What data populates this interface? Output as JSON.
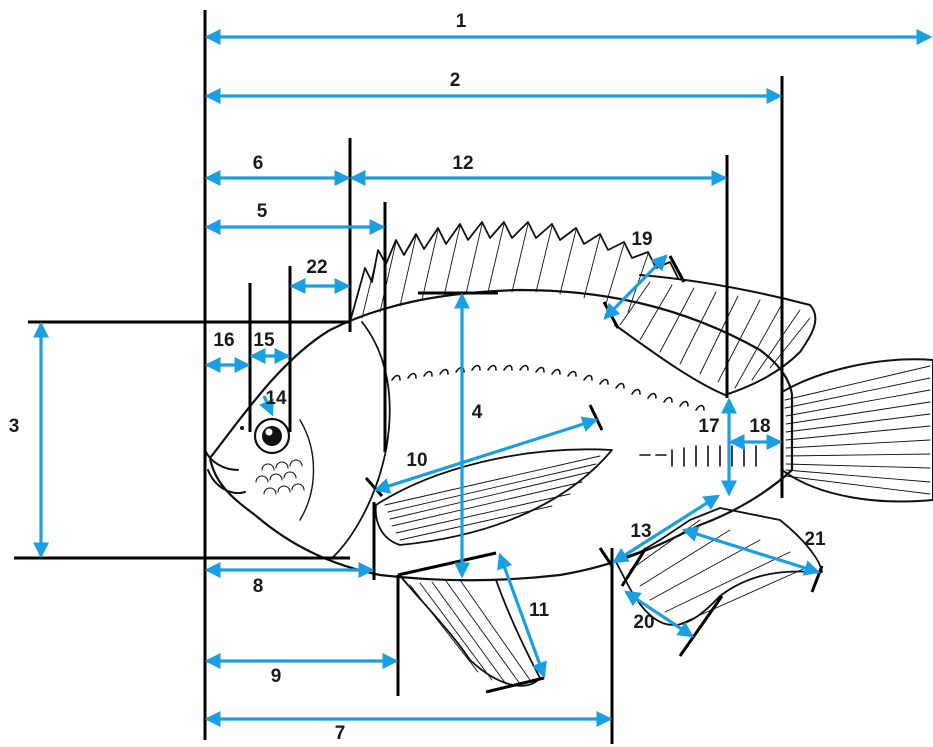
{
  "figure": {
    "colors": {
      "measure_arrow": "#1a9fe0",
      "reference_line": "#000000",
      "label": "#1a1a1a",
      "background": "#ffffff"
    },
    "measurements": [
      {
        "id": "m1",
        "label": "1"
      },
      {
        "id": "m2",
        "label": "2"
      },
      {
        "id": "m3",
        "label": "3"
      },
      {
        "id": "m4",
        "label": "4"
      },
      {
        "id": "m5",
        "label": "5"
      },
      {
        "id": "m6",
        "label": "6"
      },
      {
        "id": "m7",
        "label": "7"
      },
      {
        "id": "m8",
        "label": "8"
      },
      {
        "id": "m9",
        "label": "9"
      },
      {
        "id": "m10",
        "label": "10"
      },
      {
        "id": "m11",
        "label": "11"
      },
      {
        "id": "m12",
        "label": "12"
      },
      {
        "id": "m13",
        "label": "13"
      },
      {
        "id": "m14",
        "label": "14"
      },
      {
        "id": "m15",
        "label": "15"
      },
      {
        "id": "m16",
        "label": "16"
      },
      {
        "id": "m17",
        "label": "17"
      },
      {
        "id": "m18",
        "label": "18"
      },
      {
        "id": "m19",
        "label": "19"
      },
      {
        "id": "m20",
        "label": "20"
      },
      {
        "id": "m21",
        "label": "21"
      },
      {
        "id": "m22",
        "label": "22"
      }
    ]
  }
}
